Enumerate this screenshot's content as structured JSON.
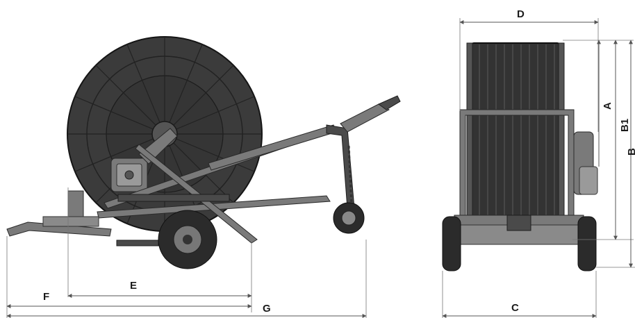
{
  "labels": {
    "A": "A",
    "B1": "B1",
    "B": "B",
    "C": "C",
    "D": "D",
    "E": "E",
    "F": "F",
    "G": "G"
  },
  "colors": {
    "reel": "#3a3a3a",
    "frame": "#5a5a5a",
    "dimension_line": "#555555"
  }
}
